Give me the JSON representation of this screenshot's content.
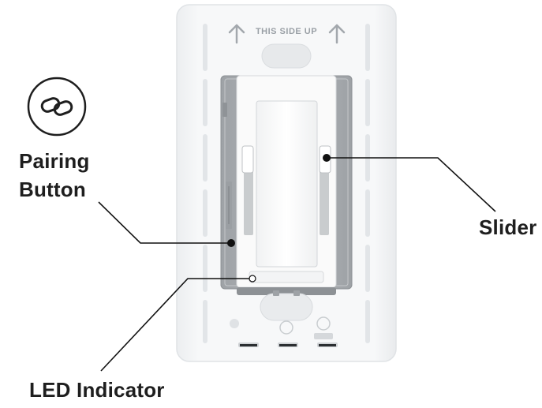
{
  "plate": {
    "orientation_text": "THIS SIDE UP"
  },
  "labels": {
    "pairing_line1": "Pairing",
    "pairing_line2": "Button",
    "slider": "Slider",
    "led": "LED Indicator"
  },
  "icons": {
    "pairing": "link-icon",
    "arrows": "arrow-up-icon"
  },
  "colors": {
    "plate": "#f4f5f6",
    "plate_edge": "#e2e4e7",
    "housing": "#a9acb0",
    "paddle": "#ffffff",
    "text": "#1e1e1e",
    "leader": "#111111"
  }
}
